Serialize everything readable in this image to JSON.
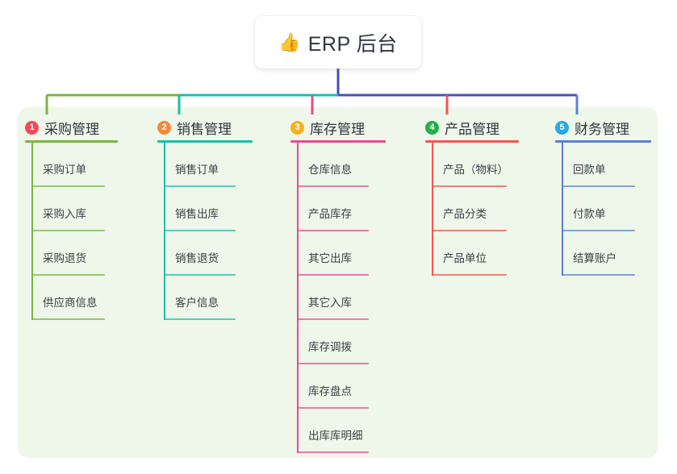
{
  "root": {
    "icon": "thumbs-up-icon",
    "emoji": "👍",
    "title": "ERP 后台"
  },
  "palette": {
    "panel_bg": "#eef7e9",
    "page_bg": "#ffffff",
    "text": "#2f3540",
    "root_stem": "#3f51b5"
  },
  "columns": [
    {
      "index": "1",
      "title": "采购管理",
      "color": "#7cb342",
      "badge_color": "#f4485c",
      "children": [
        {
          "label": "采购订单"
        },
        {
          "label": "采购入库"
        },
        {
          "label": "采购退货"
        },
        {
          "label": "供应商信息"
        }
      ]
    },
    {
      "index": "2",
      "title": "销售管理",
      "color": "#19bfaa",
      "badge_color": "#f2893a",
      "children": [
        {
          "label": "销售订单"
        },
        {
          "label": "销售出库"
        },
        {
          "label": "销售退货"
        },
        {
          "label": "客户信息"
        }
      ]
    },
    {
      "index": "3",
      "title": "库存管理",
      "color": "#e84a93",
      "badge_color": "#f6b21b",
      "children": [
        {
          "label": "仓库信息"
        },
        {
          "label": "产品库存"
        },
        {
          "label": "其它出库"
        },
        {
          "label": "其它入库"
        },
        {
          "label": "库存调拨"
        },
        {
          "label": "库存盘点"
        },
        {
          "label": "出库库明细"
        }
      ]
    },
    {
      "index": "4",
      "title": "产品管理",
      "color": "#f4564e",
      "badge_color": "#22b14c",
      "children": [
        {
          "label": "产品（物料）"
        },
        {
          "label": "产品分类"
        },
        {
          "label": "产品单位"
        }
      ]
    },
    {
      "index": "5",
      "title": "财务管理",
      "color": "#5b7fd4",
      "badge_color": "#29a9e1",
      "children": [
        {
          "label": "回款单"
        },
        {
          "label": "付款单"
        },
        {
          "label": "结算账户"
        }
      ]
    }
  ]
}
